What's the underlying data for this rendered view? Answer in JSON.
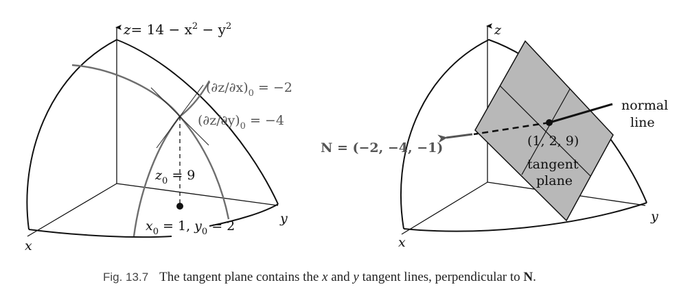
{
  "left_panel": {
    "surface_eq_lhs": "z",
    "surface_eq_rhs": "= 14 − x",
    "surface_eq_tail": " − y",
    "sup2": "2",
    "dzdx_label": "(∂z/∂x)",
    "dzdx_value": " = −2",
    "dzdy_label": "(∂z/∂y)",
    "dzdy_value": " = −4",
    "sub0": "0",
    "z0_label": "z",
    "z0_value": " = 9",
    "x0y0_x": "x",
    "x0y0_mid": " = 1, ",
    "x0y0_y": "y",
    "x0y0_tail": " = 2",
    "axis_x": "x",
    "axis_y": "y",
    "axis_z": "z"
  },
  "right_panel": {
    "axis_x": "x",
    "axis_y": "y",
    "axis_z": "z",
    "normal_line_1": "normal",
    "normal_line_2": "line",
    "normal_vector": "N = (−2, −4, −1)",
    "point": "(1, 2, 9)",
    "tangent_1": "tangent",
    "tangent_2": "plane"
  },
  "caption": {
    "fig_number": "Fig. 13.7",
    "text": "The tangent plane contains the x and y tangent lines, perpendicular to N."
  },
  "colors": {
    "ink": "#111111",
    "curve_gray": "#6e6e6e",
    "plane_fill": "#b8b8b8",
    "label_gray": "#555555"
  }
}
